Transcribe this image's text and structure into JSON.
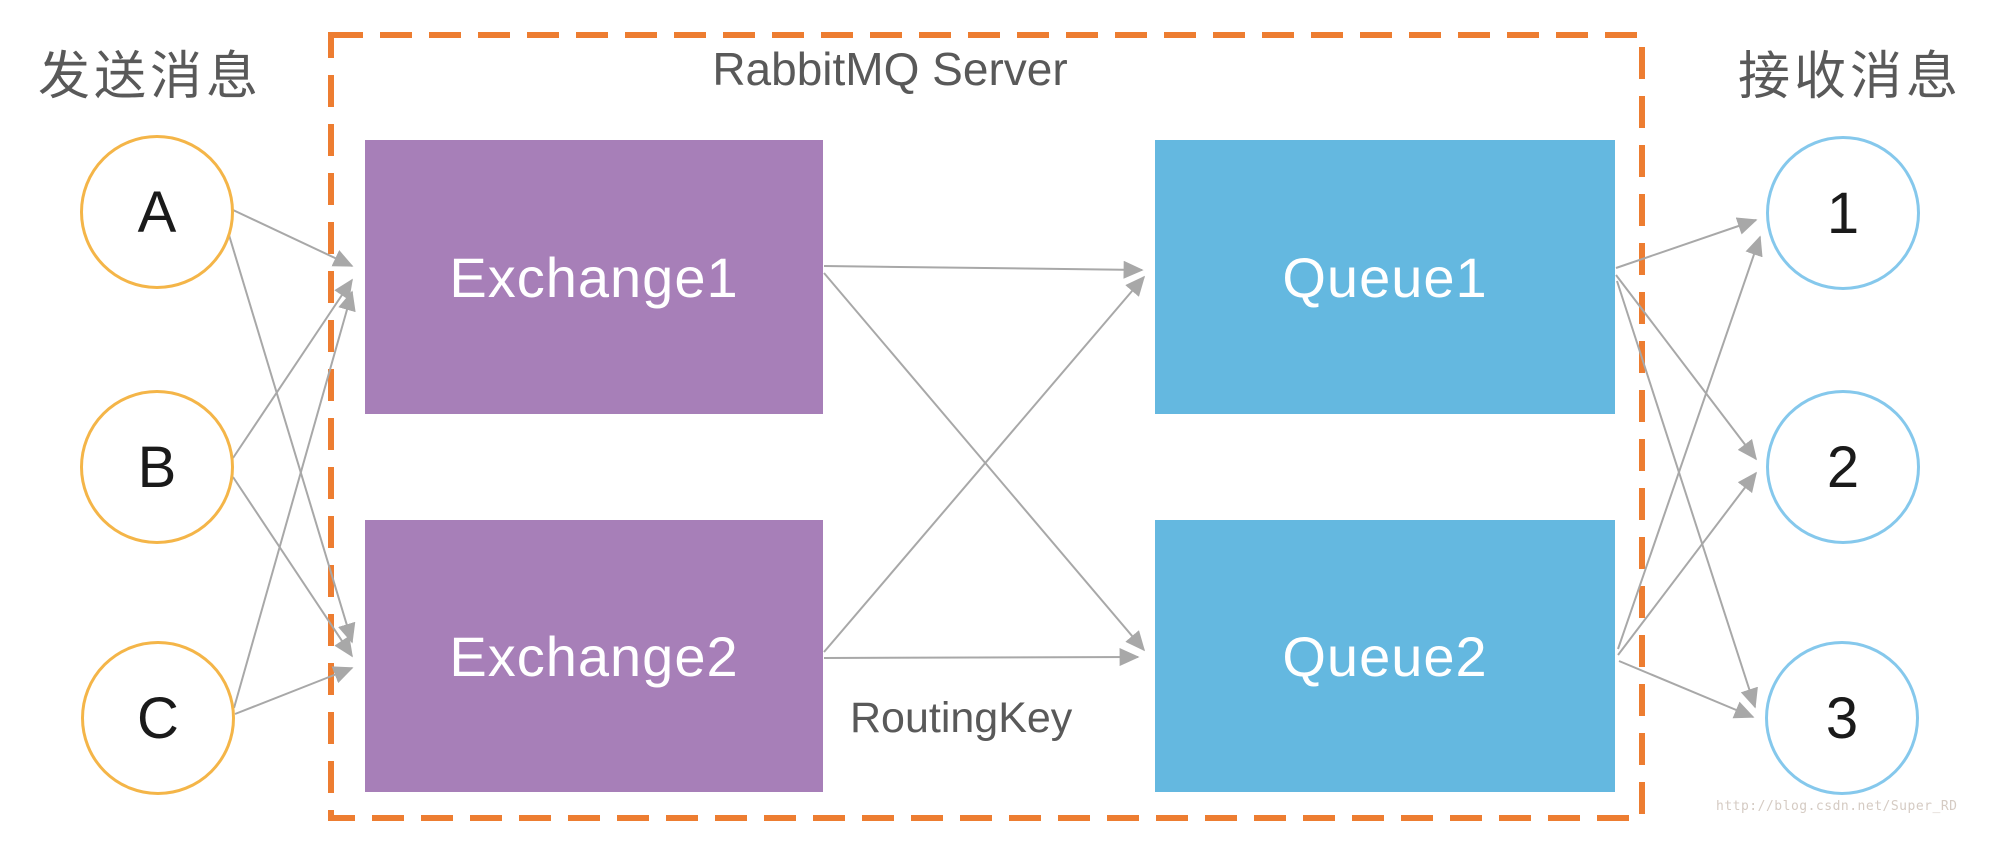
{
  "diagram": {
    "producers_label": "发送消息",
    "server_label": "RabbitMQ Server",
    "consumers_label": "接收消息",
    "routing_key_label": "RoutingKey",
    "watermark": "http://blog.csdn.net/Super_RD",
    "producers": [
      {
        "label": "A"
      },
      {
        "label": "B"
      },
      {
        "label": "C"
      }
    ],
    "exchanges": [
      {
        "label": "Exchange1"
      },
      {
        "label": "Exchange2"
      }
    ],
    "queues": [
      {
        "label": "Queue1"
      },
      {
        "label": "Queue2"
      }
    ],
    "consumers": [
      {
        "label": "1"
      },
      {
        "label": "2"
      },
      {
        "label": "3"
      }
    ],
    "edges": [
      {
        "from": "A",
        "to": "Exchange1"
      },
      {
        "from": "A",
        "to": "Exchange2"
      },
      {
        "from": "B",
        "to": "Exchange1"
      },
      {
        "from": "B",
        "to": "Exchange2"
      },
      {
        "from": "C",
        "to": "Exchange1"
      },
      {
        "from": "C",
        "to": "Exchange2"
      },
      {
        "from": "Exchange1",
        "to": "Queue1"
      },
      {
        "from": "Exchange1",
        "to": "Queue2"
      },
      {
        "from": "Exchange2",
        "to": "Queue1"
      },
      {
        "from": "Exchange2",
        "to": "Queue2"
      },
      {
        "from": "Queue1",
        "to": "1"
      },
      {
        "from": "Queue1",
        "to": "2"
      },
      {
        "from": "Queue1",
        "to": "3"
      },
      {
        "from": "Queue2",
        "to": "1"
      },
      {
        "from": "Queue2",
        "to": "2"
      },
      {
        "from": "Queue2",
        "to": "3"
      }
    ]
  },
  "colors": {
    "producer_circle_border": "#F4B548",
    "consumer_circle_border": "#85C8EC",
    "exchange_fill": "#A77FB8",
    "queue_fill": "#64B8E0",
    "server_border": "#ED7D31",
    "arrow": "#A8A8A8",
    "label_text": "#595959",
    "box_text": "#FFFFFF",
    "node_text": "#1A1A1A",
    "watermark_text": "#D5CBC3"
  }
}
